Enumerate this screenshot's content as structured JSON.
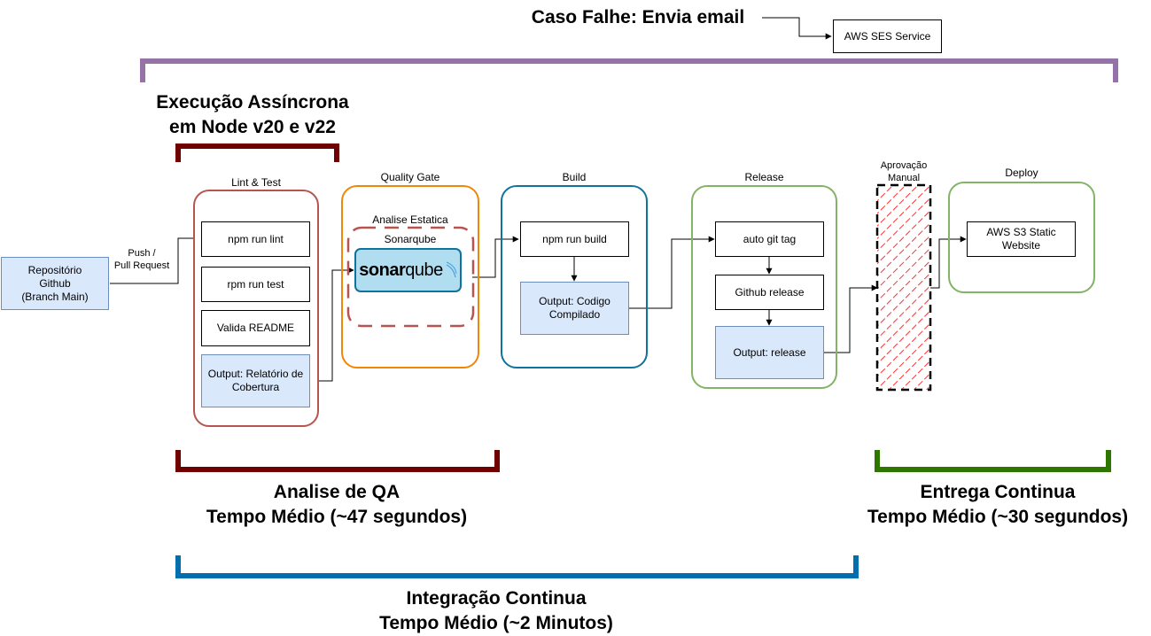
{
  "failure": {
    "text": "Caso Falhe:  Envia email",
    "ses_label": "AWS SES Service"
  },
  "async": {
    "line1": "Execução Assíncrona",
    "line2": "em Node v20 e v22"
  },
  "repo": {
    "line1": "Repositório",
    "line2": "Github",
    "line3": "(Branch Main)"
  },
  "push": {
    "line1": "Push /",
    "line2": "Pull Request"
  },
  "lint": {
    "title": "Lint & Test",
    "steps": [
      "npm run lint",
      "rpm run test",
      "Valida README"
    ],
    "output_line1": "Output: Relatório de",
    "output_line2": "Cobertura"
  },
  "quality": {
    "title": "Quality Gate",
    "subtitle": "Analise Estatica",
    "tool": "Sonarqube",
    "logo_bold": "sonar",
    "logo_light": "qube"
  },
  "build": {
    "title": "Build",
    "step": "npm run build",
    "output_line1": "Output: Codigo",
    "output_line2": "Compilado"
  },
  "release": {
    "title": "Release",
    "steps": [
      "auto git tag",
      "Github release"
    ],
    "output": "Output: release"
  },
  "approval": {
    "line1": "Aprovação",
    "line2": "Manual"
  },
  "deploy": {
    "title": "Deploy",
    "target_line1": "AWS S3 Static",
    "target_line2": "Website"
  },
  "qa": {
    "line1": "Analise de QA",
    "line2": "Tempo Médio (~47 segundos)"
  },
  "cd": {
    "line1": "Entrega Continua",
    "line2": "Tempo Médio (~30 segundos)"
  },
  "ci": {
    "line1": "Integração Continua",
    "line2": "Tempo Médio (~2 Minutos)"
  },
  "colors": {
    "purple": "#9673a6",
    "darkred": "#6f0000",
    "green": "#2d7600",
    "blue": "#006eaf",
    "lint_border": "#b85450",
    "quality_border": "#f08705",
    "build_border": "#10739e",
    "release_border": "#82b366",
    "output_fill": "#dae8fc",
    "output_border": "#6c8ebf",
    "hatch": "#ff3333",
    "sonar_fill": "#b1ddf0"
  }
}
